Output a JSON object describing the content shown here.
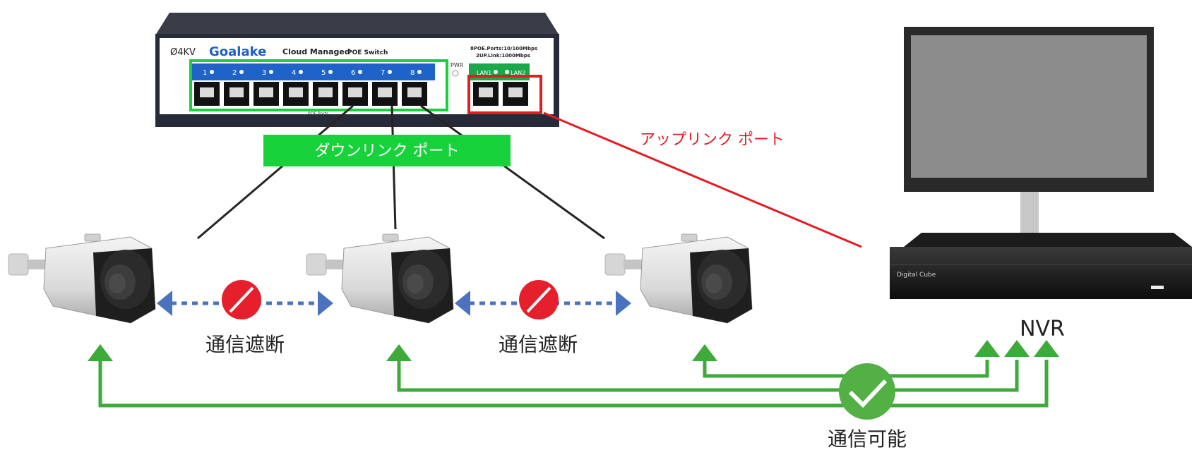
{
  "switch": {
    "surge": "Ø4KV",
    "brand": "Goalake",
    "model_line1": "Cloud Managed",
    "model_line2": "POE Switch",
    "spec_line1": "8POE.Ports:10/100Mbps",
    "spec_line2": "2UP.Link:1000Mbps",
    "pwr_label": "PWR",
    "port_numbers": [
      "1",
      "2",
      "3",
      "4",
      "5",
      "6",
      "7",
      "8"
    ],
    "lan_labels": [
      "LAN1",
      "LAN2"
    ],
    "poe_ports_label": "POE Ports"
  },
  "labels": {
    "downlink": "ダウンリンク ポート",
    "uplink": "アップリンク ポート",
    "blocked_1": "通信遮断",
    "blocked_2": "通信遮断",
    "allowed": "通信可能",
    "nvr": "NVR"
  },
  "nvr_device": {
    "brand": "Digital Cube"
  },
  "colors": {
    "downlink_box": "#18d23c",
    "uplink_red": "#e41b23",
    "blocked_arrow": "#4a72bf",
    "blocked_icon": "#e5202c",
    "allowed_green": "#3daa3a",
    "check_bg": "#52b045"
  }
}
